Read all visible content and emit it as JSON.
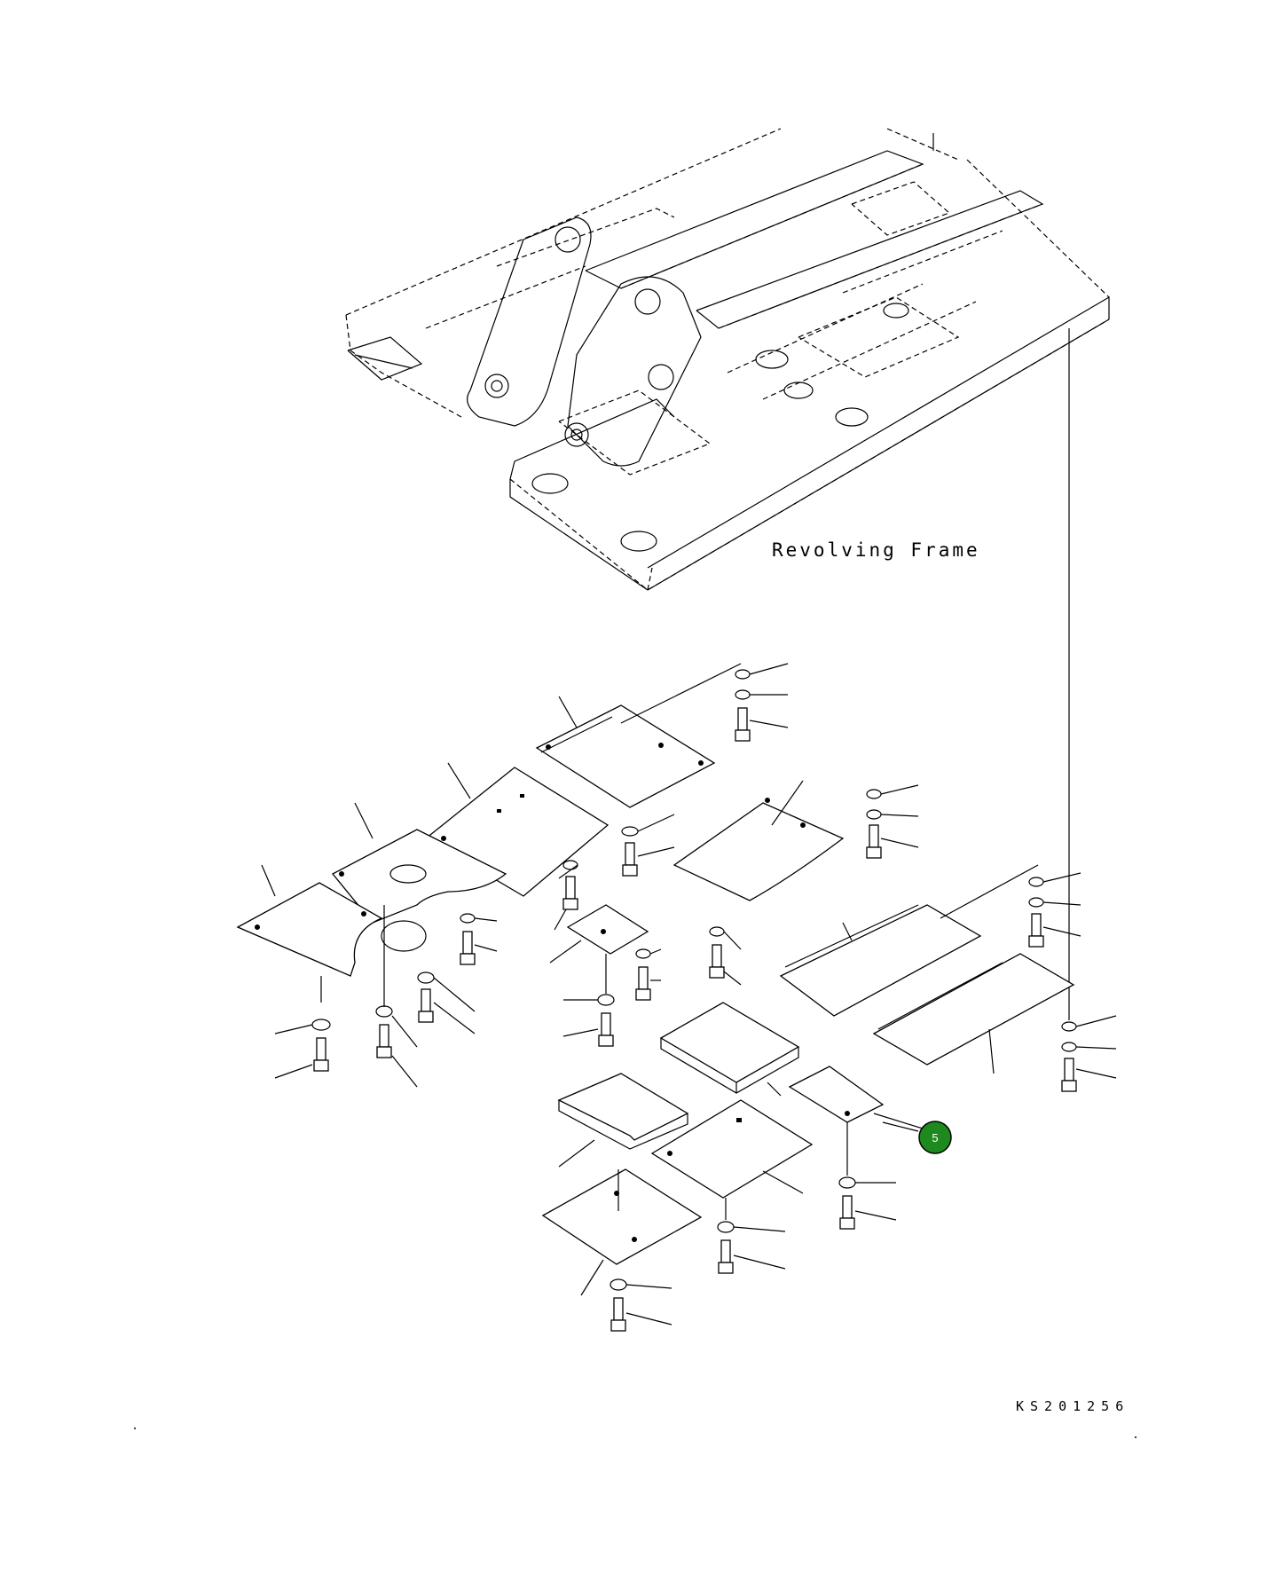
{
  "diagram": {
    "frame_label": "Revolving Frame",
    "drawing_code": "KS201256",
    "callouts": [
      {
        "id": "5",
        "color": "#1e8a1e"
      }
    ]
  }
}
